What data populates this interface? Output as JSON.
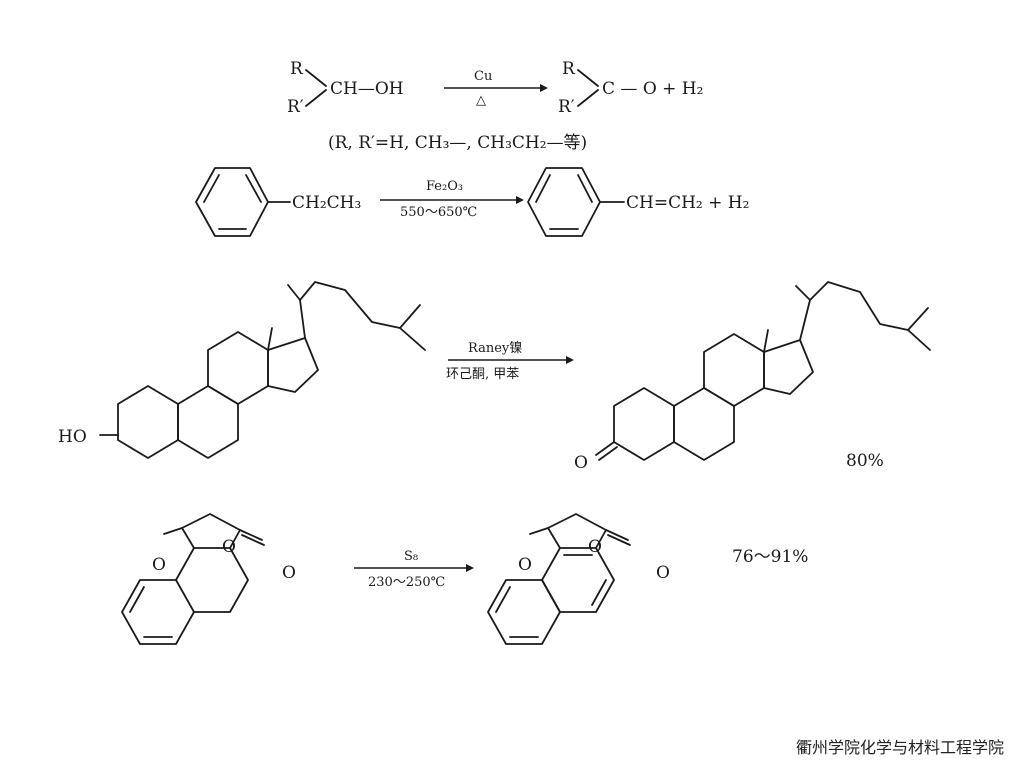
{
  "reaction1": {
    "r_top": "R",
    "r_bottom": "R′",
    "reactant_center": "CH—OH",
    "catalyst": "Cu",
    "heat": "△",
    "product_r_top": "R",
    "product_r_bottom": "R′",
    "product_center": "C — O + H₂",
    "substituents_note": "(R, R′=H,  CH₃—,  CH₃CH₂—等)"
  },
  "reaction2": {
    "reactant_group": "CH₂CH₃",
    "catalyst": "Fe₂O₃",
    "temperature": "550～650℃",
    "product_group": "CH=CH₂ + H₂"
  },
  "reaction3": {
    "substituent": "HO",
    "catalyst": "Raney镍",
    "solvents": "环己酮, 甲苯",
    "product_carbonyl": "O",
    "yield": "80%"
  },
  "reaction4": {
    "carbonyl_left": "O",
    "ring_oxygen": "O",
    "carbonyl_right": "O",
    "reagent": "S₈",
    "temperature": "230～250℃",
    "p_carbonyl_left": "O",
    "p_ring_oxygen": "O",
    "p_carbonyl_right": "O",
    "yield": "76～91%"
  },
  "footer": {
    "institution": "衢州学院化学与材料工程学院"
  }
}
